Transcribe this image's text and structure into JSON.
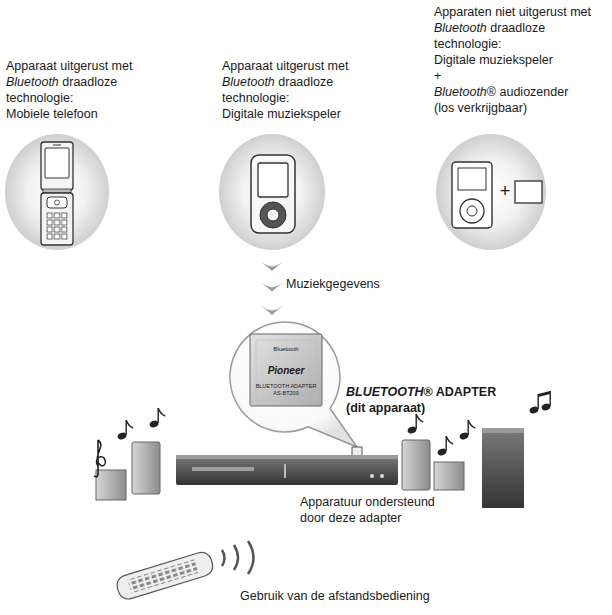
{
  "diagram": {
    "nodes": [
      {
        "text": [
          "Apparaat uitgerust met Bluetooth draadloze technologie: Mobiele telefoon"
        ]
      },
      {
        "text": [
          "Apparaat uitgerust met Bluetooth draadloze technologie: Digitale muziekspeler"
        ]
      },
      {
        "text": [
          "Apparaten niet uitgerust met Bluetooth draadloze technologie: Digitale muziekspeler + Bluetooth® audiozender (los verkrijgbaar)"
        ]
      },
      {
        "text": [
          "BLUETOOTH® ADAPTER (dit apparaat)"
        ]
      }
    ],
    "edges": [
      {
        "from": 1,
        "to": 3,
        "arrow": "to",
        "label": "Muziekgegevens"
      }
    ],
    "labels": [
      "+",
      "Bluetooth",
      "Pioneer",
      "BLUETOOTH ADAPTER",
      "AS-BT200",
      "Apparatuur ondersteund door deze adapter",
      "Gebruik van de afstandsbediening"
    ]
  }
}
